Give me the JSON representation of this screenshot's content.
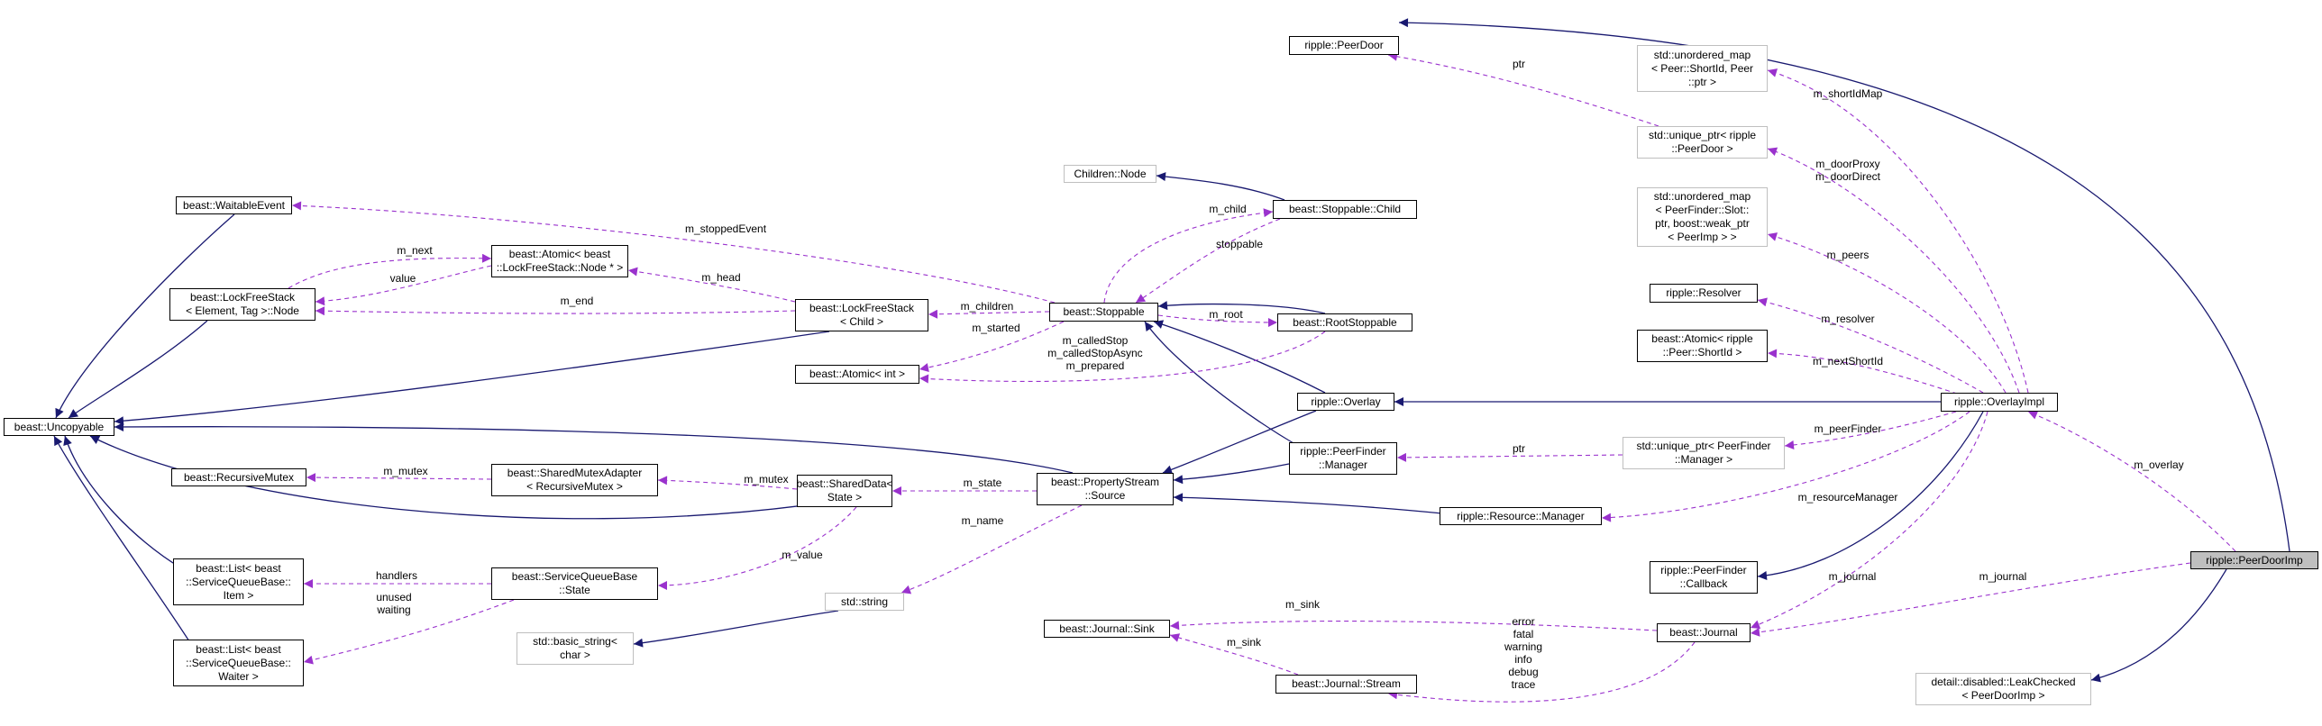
{
  "colors": {
    "inheritance": "#191970",
    "member": "#9a32cd",
    "focus_fill": "#bfbfbf",
    "grey_border": "#bfbfbf"
  },
  "nodes": {
    "uncopyable": [
      "beast::Uncopyable"
    ],
    "waitable_event": [
      "beast::WaitableEvent"
    ],
    "lockfree_node": [
      "beast::LockFreeStack",
      "< Element, Tag >::Node"
    ],
    "atomic_node_ptr": [
      "beast::Atomic< beast",
      "::LockFreeStack::Node * >"
    ],
    "lockfree_child": [
      "beast::LockFreeStack",
      "< Child >"
    ],
    "atomic_int": [
      "beast::Atomic< int >"
    ],
    "recursive_mutex": [
      "beast::RecursiveMutex"
    ],
    "shared_mutex_adapter": [
      "beast::SharedMutexAdapter",
      "< RecursiveMutex >"
    ],
    "shared_data_state": [
      "beast::SharedData<",
      "State >"
    ],
    "list_item": [
      "beast::List< beast",
      "::ServiceQueueBase::",
      "Item >"
    ],
    "service_queue_state": [
      "beast::ServiceQueueBase",
      "::State"
    ],
    "list_waiter": [
      "beast::List< beast",
      "::ServiceQueueBase::",
      "Waiter >"
    ],
    "basic_string": [
      "std::basic_string<",
      "char >"
    ],
    "std_string": [
      "std::string"
    ],
    "children_node": [
      "Children::Node"
    ],
    "stoppable_child": [
      "beast::Stoppable::Child"
    ],
    "stoppable": [
      "beast::Stoppable"
    ],
    "root_stoppable": [
      "beast::RootStoppable"
    ],
    "overlay": [
      "ripple::Overlay"
    ],
    "property_stream_source": [
      "beast::PropertyStream",
      "::Source"
    ],
    "peerfinder_manager": [
      "ripple::PeerFinder",
      "::Manager"
    ],
    "resource_manager": [
      "ripple::Resource::Manager"
    ],
    "journal_sink": [
      "beast::Journal::Sink"
    ],
    "journal_stream": [
      "beast::Journal::Stream"
    ],
    "journal": [
      "beast::Journal"
    ],
    "peerfinder_callback": [
      "ripple::PeerFinder",
      "::Callback"
    ],
    "peer_door": [
      "ripple::PeerDoor"
    ],
    "unordered_map_shortid": [
      "std::unordered_map",
      "< Peer::ShortId, Peer",
      "::ptr >"
    ],
    "unique_ptr_peerdoor": [
      "std::unique_ptr< ripple",
      "::PeerDoor >"
    ],
    "unordered_map_slot": [
      "std::unordered_map",
      "< PeerFinder::Slot::",
      "ptr, boost::weak_ptr",
      "< PeerImp > >"
    ],
    "resolver": [
      "ripple::Resolver"
    ],
    "atomic_shortid": [
      "beast::Atomic< ripple",
      "::Peer::ShortId >"
    ],
    "unique_ptr_manager": [
      "std::unique_ptr< PeerFinder",
      "::Manager >"
    ],
    "overlay_impl": [
      "ripple::OverlayImpl"
    ],
    "peer_door_imp": [
      "ripple::PeerDoorImp"
    ],
    "leak_checked": [
      "detail::disabled::LeakChecked",
      "< PeerDoorImp >"
    ]
  },
  "edge_labels": {
    "m_next": "m_next",
    "value": "value",
    "m_head": "m_head",
    "m_end": "m_end",
    "m_stoppedEvent": "m_stoppedEvent",
    "m_child": "m_child",
    "stoppable": "stoppable",
    "m_children": "m_children",
    "m_started": "m_started",
    "m_root": "m_root",
    "m_calledStop": [
      "m_calledStop",
      "m_calledStopAsync",
      "m_prepared"
    ],
    "m_mutex_1": "m_mutex",
    "m_mutex_2": "m_mutex",
    "m_state": "m_state",
    "m_value": "m_value",
    "m_name": "m_name",
    "handlers": "handlers",
    "unused_waiting": [
      "unused",
      "waiting"
    ],
    "ptr_door": "ptr",
    "ptr_manager": "ptr",
    "m_shortIdMap": "m_shortIdMap",
    "m_doorProxy": [
      "m_doorProxy",
      "m_doorDirect"
    ],
    "m_peers": "m_peers",
    "m_resolver": "m_resolver",
    "m_nextShortId": "m_nextShortId",
    "m_peerFinder": "m_peerFinder",
    "m_resourceManager": "m_resourceManager",
    "m_journal_1": "m_journal",
    "m_journal_2": "m_journal",
    "m_overlay": "m_overlay",
    "m_sink_1": "m_sink",
    "m_sink_2": "m_sink",
    "levels": [
      "error",
      "fatal",
      "warning",
      "info",
      "debug",
      "trace"
    ]
  }
}
